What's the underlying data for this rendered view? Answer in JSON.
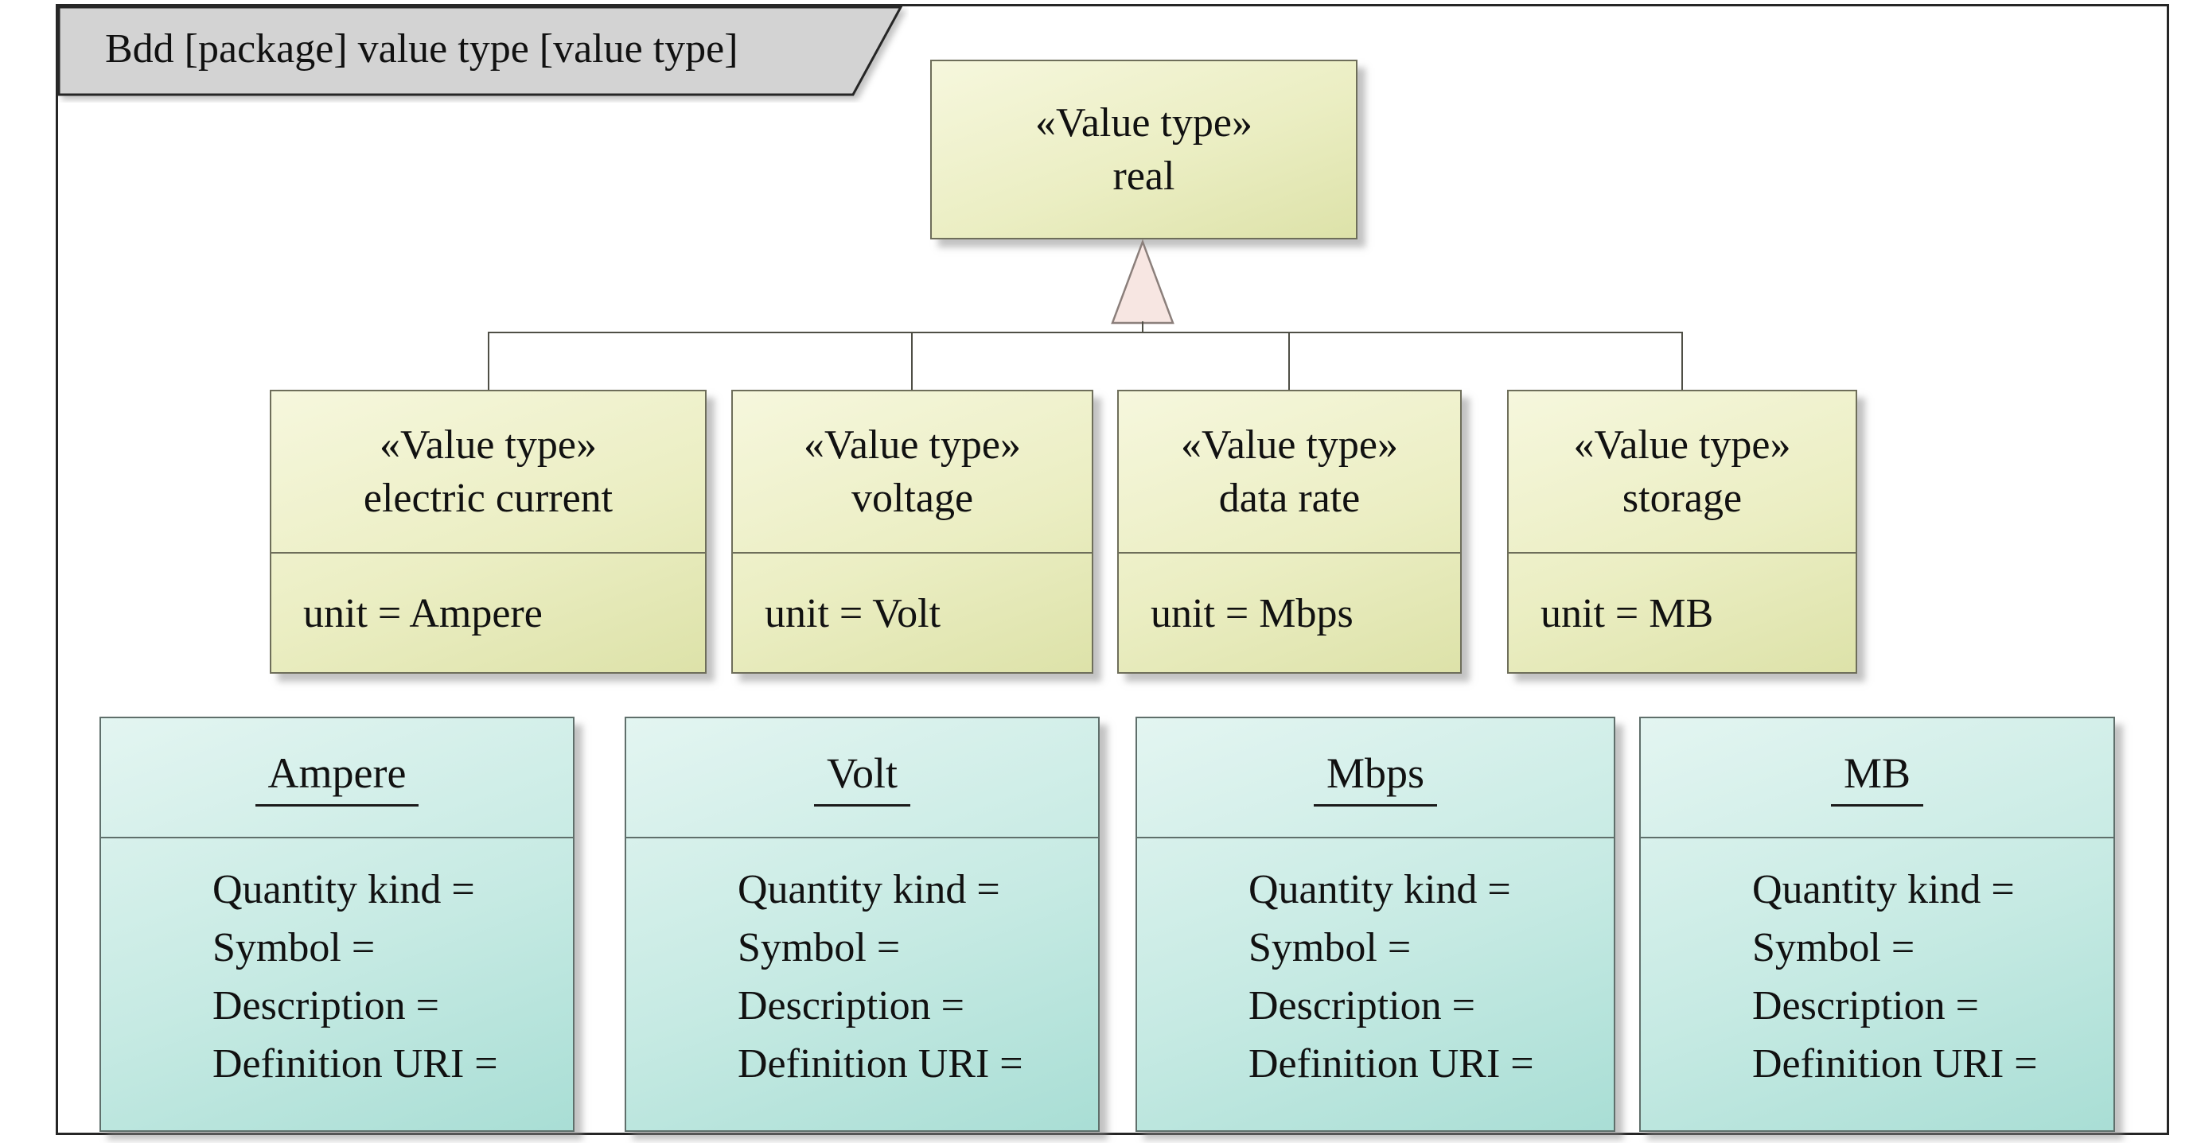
{
  "frame": {
    "title": "Bdd [package] value type [value type]"
  },
  "root_block": {
    "stereotype": "«Value type»",
    "name": "real"
  },
  "value_type_blocks": [
    {
      "stereotype": "«Value type»",
      "name": "electric current",
      "unit_attribute": "unit = Ampere"
    },
    {
      "stereotype": "«Value type»",
      "name": "voltage",
      "unit_attribute": "unit = Volt"
    },
    {
      "stereotype": "«Value type»",
      "name": "data rate",
      "unit_attribute": "unit = Mbps"
    },
    {
      "stereotype": "«Value type»",
      "name": "storage",
      "unit_attribute": "unit = MB"
    }
  ],
  "unit_blocks": [
    {
      "name": "Ampere",
      "attributes": [
        "Quantity kind =",
        "Symbol =",
        "Description =",
        "Definition URI ="
      ]
    },
    {
      "name": "Volt",
      "attributes": [
        "Quantity kind =",
        "Symbol =",
        "Description =",
        "Definition URI ="
      ]
    },
    {
      "name": "Mbps",
      "attributes": [
        "Quantity kind =",
        "Symbol =",
        "Description =",
        "Definition URI ="
      ]
    },
    {
      "name": "MB",
      "attributes": [
        "Quantity kind =",
        "Symbol =",
        "Description =",
        "Definition URI ="
      ]
    }
  ],
  "colors": {
    "value_type_fill": "#ecefc0",
    "unit_fill": "#c9ebe4",
    "frame_tab_fill": "#d3d3d3",
    "generalization_triangle_fill": "#f7e6e2",
    "connector": "#4f4f46",
    "frame_border": "#262626"
  }
}
